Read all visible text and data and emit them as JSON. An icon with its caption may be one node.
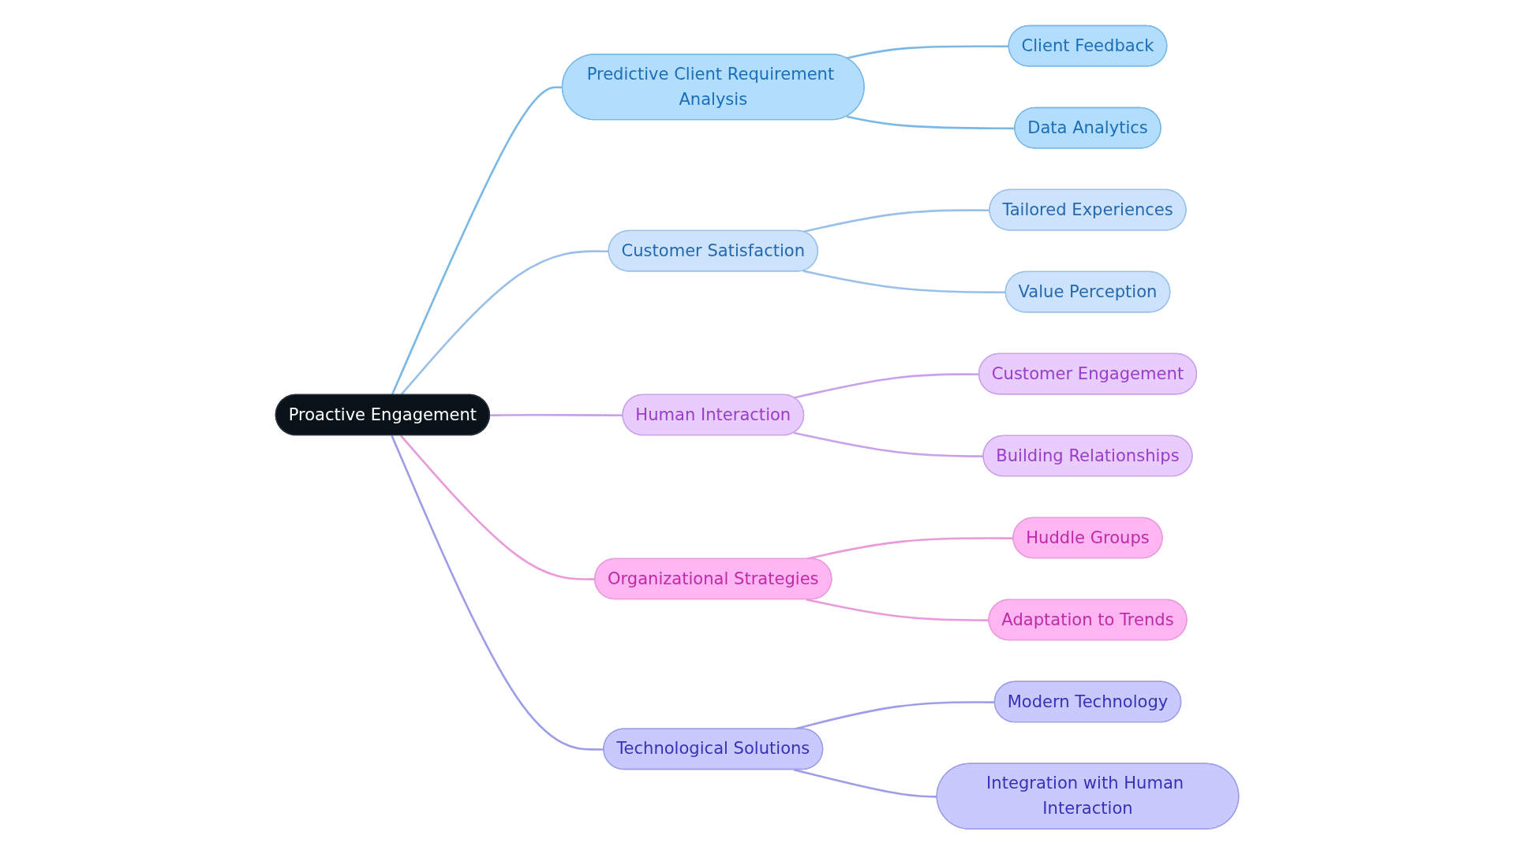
{
  "diagram": {
    "nodes": [
      {
        "text": [
          "Proactive Engagement"
        ]
      },
      {
        "text": [
          "Predictive Client Requirement Analysis"
        ]
      },
      {
        "text": [
          "Client Feedback"
        ]
      },
      {
        "text": [
          "Data Analytics"
        ]
      },
      {
        "text": [
          "Customer Satisfaction"
        ]
      },
      {
        "text": [
          "Tailored Experiences"
        ]
      },
      {
        "text": [
          "Value Perception"
        ]
      },
      {
        "text": [
          "Human Interaction"
        ]
      },
      {
        "text": [
          "Customer Engagement"
        ]
      },
      {
        "text": [
          "Building Relationships"
        ]
      },
      {
        "text": [
          "Organizational Strategies"
        ]
      },
      {
        "text": [
          "Huddle Groups"
        ]
      },
      {
        "text": [
          "Adaptation to Trends"
        ]
      },
      {
        "text": [
          "Technological Solutions"
        ]
      },
      {
        "text": [
          "Modern Technology"
        ]
      },
      {
        "text": [
          "Integration with Human Interaction"
        ]
      }
    ],
    "edges": [
      {
        "from": 0,
        "to": 1,
        "arrow": "none",
        "color": "#7ab8e6"
      },
      {
        "from": 1,
        "to": 2,
        "arrow": "none",
        "color": "#7ab8e6"
      },
      {
        "from": 1,
        "to": 3,
        "arrow": "none",
        "color": "#7ab8e6"
      },
      {
        "from": 0,
        "to": 4,
        "arrow": "none",
        "color": "#9ac0ea"
      },
      {
        "from": 4,
        "to": 5,
        "arrow": "none",
        "color": "#9ac0ea"
      },
      {
        "from": 4,
        "to": 6,
        "arrow": "none",
        "color": "#9ac0ea"
      },
      {
        "from": 0,
        "to": 7,
        "arrow": "none",
        "color": "#c9a0ea"
      },
      {
        "from": 7,
        "to": 8,
        "arrow": "none",
        "color": "#c9a0ea"
      },
      {
        "from": 7,
        "to": 9,
        "arrow": "none",
        "color": "#c9a0ea"
      },
      {
        "from": 0,
        "to": 10,
        "arrow": "none",
        "color": "#e99ad9"
      },
      {
        "from": 10,
        "to": 11,
        "arrow": "none",
        "color": "#e99ad9"
      },
      {
        "from": 10,
        "to": 12,
        "arrow": "none",
        "color": "#e99ad9"
      },
      {
        "from": 0,
        "to": 13,
        "arrow": "none",
        "color": "#9e9ee8"
      },
      {
        "from": 13,
        "to": 14,
        "arrow": "none",
        "color": "#9e9ee8"
      },
      {
        "from": 13,
        "to": 15,
        "arrow": "none",
        "color": "#9e9ee8"
      }
    ]
  }
}
